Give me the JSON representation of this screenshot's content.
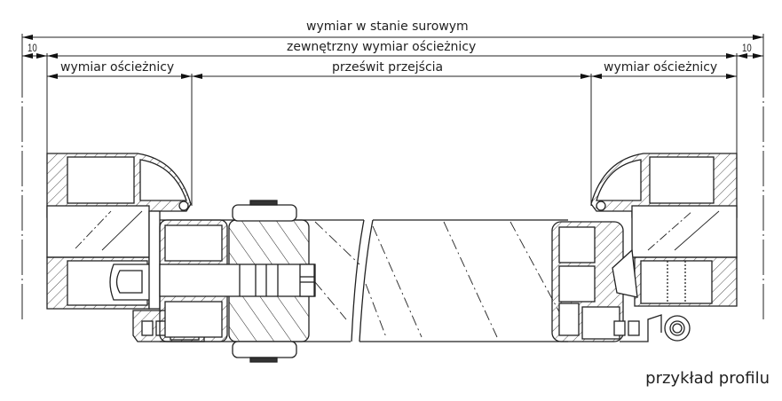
{
  "dimensions": {
    "overall": {
      "label": "wymiar w stanie surowym"
    },
    "outer_frame": {
      "label": "zewnętrzny wymiar ościeżnicy"
    },
    "left_offset": {
      "value": "10"
    },
    "right_offset": {
      "value": "10"
    },
    "left_frame": {
      "label": "wymiar ościeżnicy"
    },
    "clear_passage": {
      "label": "prześwit przejścia"
    },
    "right_frame": {
      "label": "wymiar ościeżnicy"
    }
  },
  "caption": "przykład profilu",
  "colors": {
    "line": "#222222",
    "background": "#ffffff"
  }
}
